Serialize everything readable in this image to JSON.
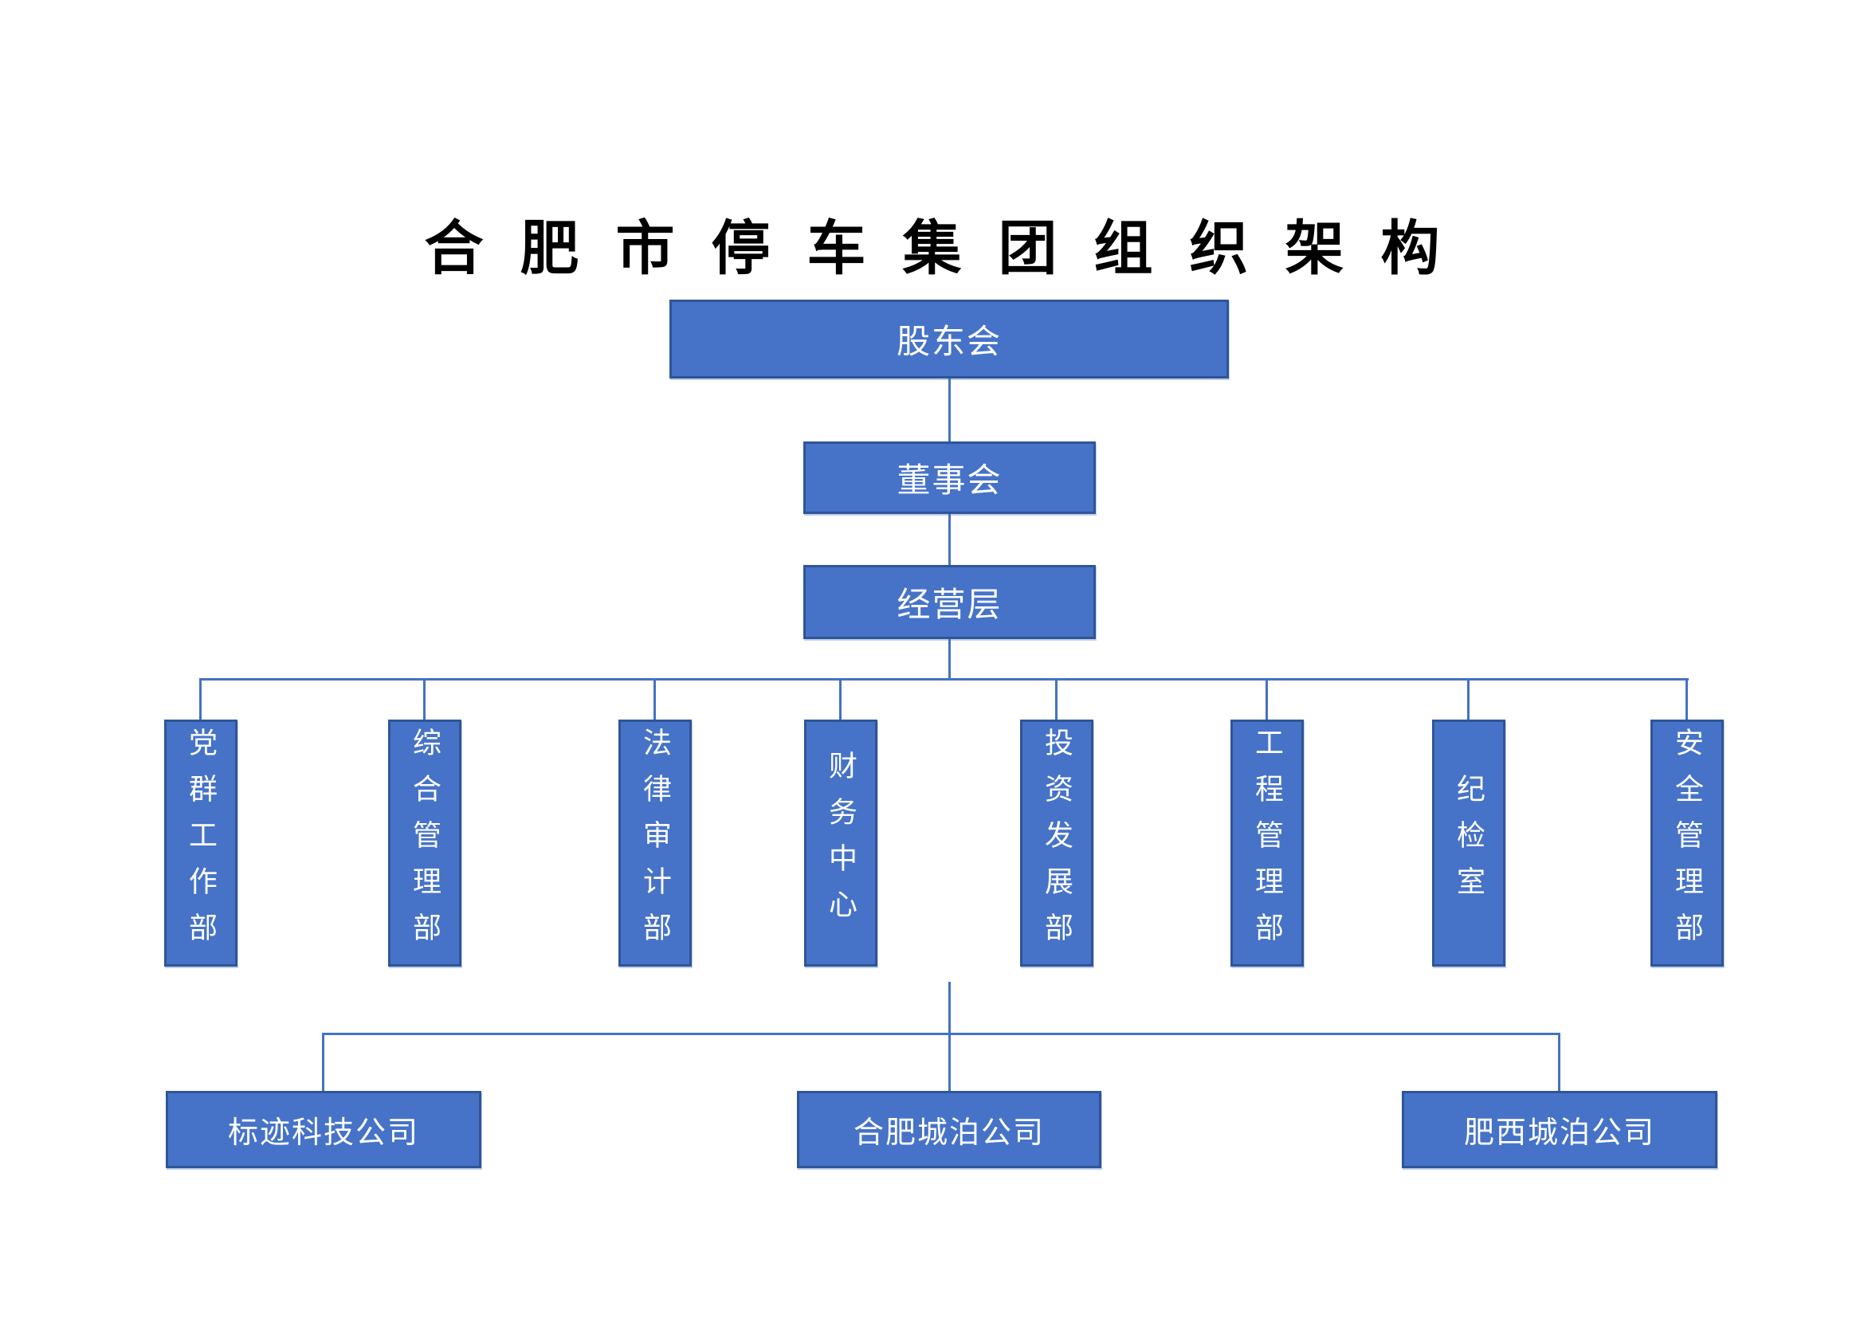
{
  "title": "合肥市停车集团组织架构",
  "colors": {
    "box_fill": "#4673C8",
    "box_border": "#2F5597",
    "connector": "#4472C4",
    "box_text": "#FFFFFF",
    "title_text": "#000000",
    "background": "#FFFFFF"
  },
  "hierarchy": {
    "shareholders": {
      "label": "股东会"
    },
    "board": {
      "label": "董事会"
    },
    "management": {
      "label": "经营层"
    }
  },
  "departments": [
    {
      "label": "党群工作部"
    },
    {
      "label": "综合管理部"
    },
    {
      "label": "法律审计部"
    },
    {
      "label": "财务中心"
    },
    {
      "label": "投资发展部"
    },
    {
      "label": "工程管理部"
    },
    {
      "label": "纪检室"
    },
    {
      "label": "安全管理部"
    }
  ],
  "subsidiaries": [
    {
      "label": "标迹科技公司"
    },
    {
      "label": "合肥城泊公司"
    },
    {
      "label": "肥西城泊公司"
    }
  ]
}
